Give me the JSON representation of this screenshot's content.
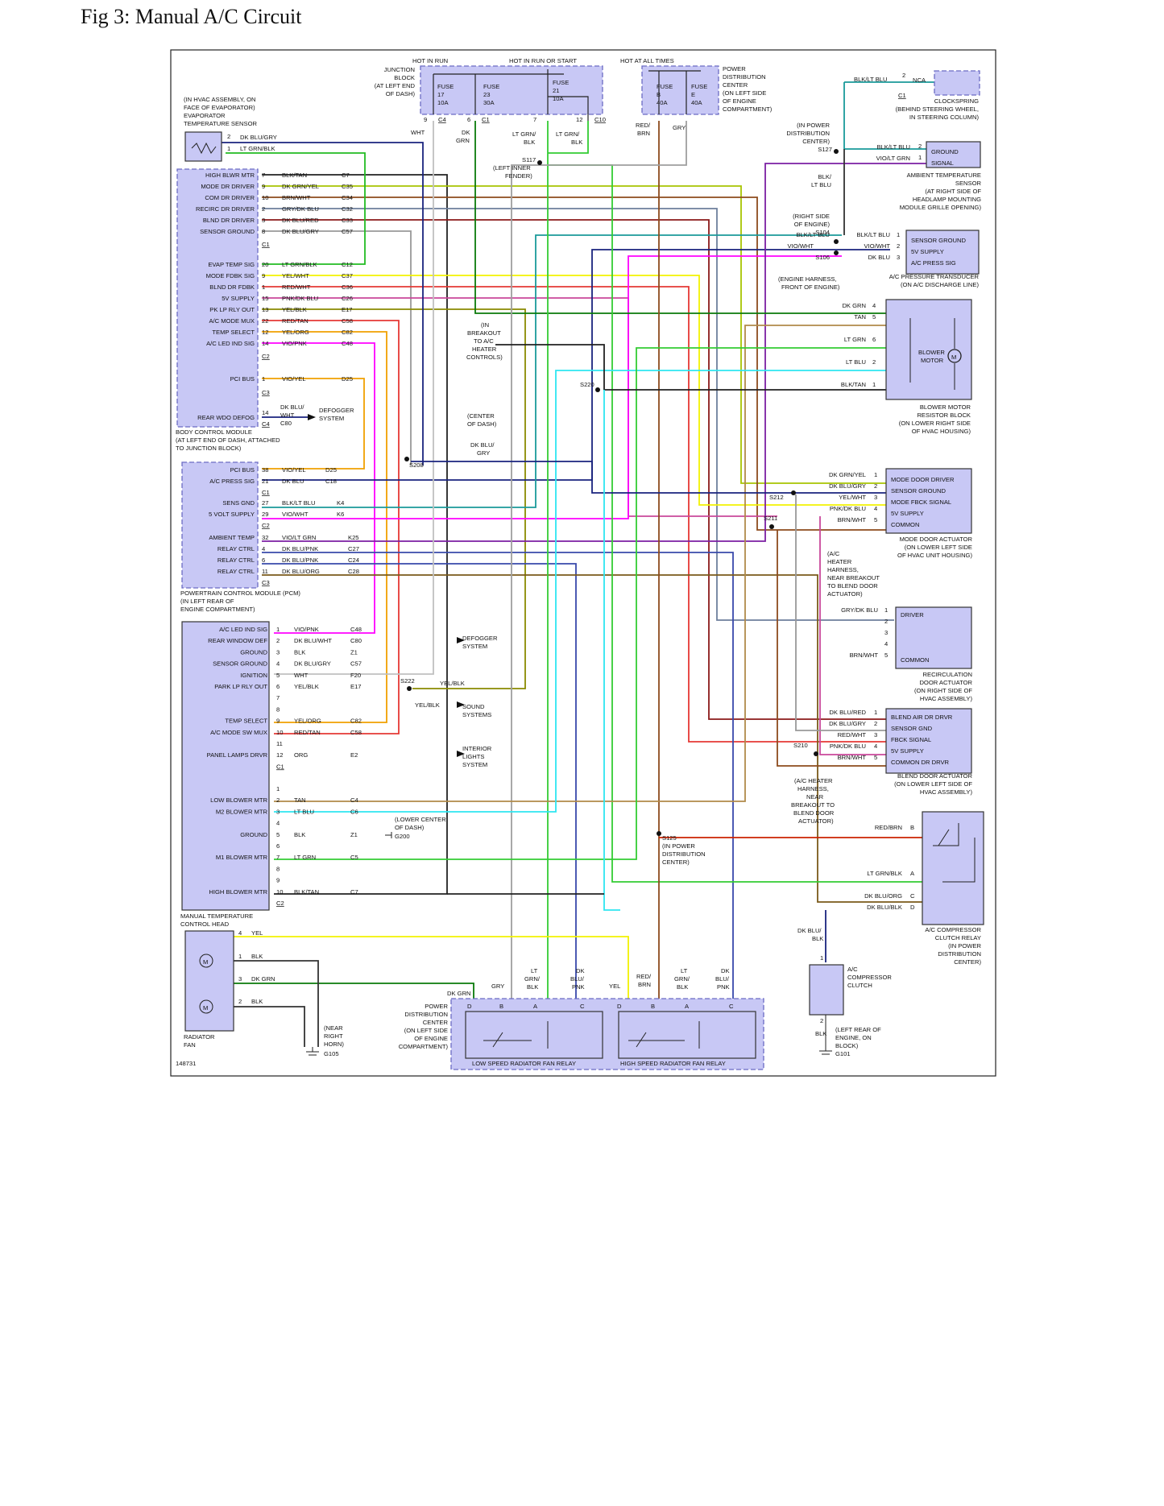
{
  "title": "Fig 3: Manual A/C Circuit",
  "figure_id": "148731",
  "colors": {
    "module_fill": "#c8c8f5",
    "module_border": "#6b6bc4",
    "wire_blk": "#111111",
    "wire_dkblu": "#1a237e",
    "wire_ltblu": "#2ee6f0",
    "wire_dkgrn": "#0a7a0a",
    "wire_ltgrn": "#33cc33",
    "wire_red": "#e53935",
    "wire_yel": "#f2f200",
    "wire_tan": "#b08a4a",
    "wire_vio": "#7b1fa2",
    "wire_pnk": "#ff00ff",
    "wire_org": "#f0a000",
    "wire_gry": "#9e9e9e",
    "wire_brn": "#8d4b1d",
    "wire_wht": "#c0c0c0",
    "wire_teal": "#1a9a9a"
  },
  "top": {
    "hot_in_run": "HOT IN RUN",
    "hot_run_start": "HOT IN RUN OR START",
    "hot_all_times": "HOT AT ALL TIMES",
    "junction_block": [
      "JUNCTION",
      "BLOCK",
      "(AT LEFT END",
      "OF DASH)"
    ],
    "fuse17": [
      "FUSE",
      "17",
      "10A"
    ],
    "fuse23": [
      "FUSE",
      "23",
      "30A"
    ],
    "fuse21": [
      "FUSE",
      "21",
      "10A"
    ],
    "fuseB": [
      "FUSE",
      "B",
      "40A"
    ],
    "fuseE": [
      "FUSE",
      "E",
      "40A"
    ],
    "pdc_note": [
      "POWER",
      "DISTRIBUTION",
      "CENTER",
      "(ON LEFT SIDE",
      "OF ENGINE",
      "COMPARTMENT)"
    ],
    "c4": "C4",
    "c1": "C1",
    "c10": "C10",
    "pin9": "9",
    "pin6": "6",
    "pin7": "7",
    "pin12": "12",
    "wht": "WHT",
    "dk_grn": [
      "DK",
      "GRN"
    ],
    "lt_grn_blk": [
      "LT GRN/",
      "BLK"
    ],
    "lt_grn_blk2": [
      "LT GRN/",
      "BLK"
    ],
    "red_brn": [
      "RED/",
      "BRN"
    ],
    "gry": "GRY",
    "s117": [
      "S117",
      "(LEFT INNER",
      "FENDER)"
    ]
  },
  "clockspring": {
    "blk_lt_blu": "BLK/LT BLU",
    "pin2": "2",
    "nca": "NCA",
    "c1": "C1",
    "label": [
      "CLOCKSPRING",
      "(BEHIND STEERING WHEEL,",
      "IN STEERING COLUMN)"
    ]
  },
  "evap_sensor": {
    "label": [
      "(IN HVAC ASSEMBLY, ON",
      "FACE OF EVAPORATOR)",
      "EVAPORATOR",
      "TEMPERATURE SENSOR"
    ],
    "pin2": "2",
    "pin1": "1",
    "wire2": "DK BLU/GRY",
    "wire1": "LT GRN/BLK"
  },
  "bcm": {
    "pins": [
      {
        "name": "HIGH BLWR MTR",
        "pin": "7",
        "wire": "BLK/TAN",
        "ckt": "C7"
      },
      {
        "name": "MODE DR DRIVER",
        "pin": "9",
        "wire": "DK GRN/YEL",
        "ckt": "C35"
      },
      {
        "name": "COM DR DRIVER",
        "pin": "10",
        "wire": "BRN/WHT",
        "ckt": "C34"
      },
      {
        "name": "RECIRC DR DRIVER",
        "pin": "2",
        "wire": "GRY/DK BLU",
        "ckt": "C32"
      },
      {
        "name": "BLND DR DRIVER",
        "pin": "3",
        "wire": "DK BLU/RED",
        "ckt": "C33"
      },
      {
        "name": "SENSOR GROUND",
        "pin": "8",
        "wire": "DK BLU/GRY",
        "ckt": "C57"
      }
    ],
    "c1": "C1",
    "pins2": [
      {
        "name": "EVAP TEMP SIG",
        "pin": "20",
        "wire": "LT GRN/BLK",
        "ckt": "C12"
      },
      {
        "name": "MODE FDBK SIG",
        "pin": "9",
        "wire": "YEL/WHT",
        "ckt": "C37"
      },
      {
        "name": "BLND DR FDBK",
        "pin": "1",
        "wire": "RED/WHT",
        "ckt": "C36"
      },
      {
        "name": "5V SUPPLY",
        "pin": "15",
        "wire": "PNK/DK BLU",
        "ckt": "C26"
      },
      {
        "name": "PK LP RLY OUT",
        "pin": "13",
        "wire": "YEL/BLK",
        "ckt": "E17"
      },
      {
        "name": "A/C MODE MUX",
        "pin": "22",
        "wire": "RED/TAN",
        "ckt": "C58"
      },
      {
        "name": "TEMP SELECT",
        "pin": "12",
        "wire": "YEL/ORG",
        "ckt": "C82"
      },
      {
        "name": "A/C LED IND SIG",
        "pin": "14",
        "wire": "VIO/PNK",
        "ckt": "C48"
      }
    ],
    "c2": "C2",
    "pci": {
      "name": "PCI BUS",
      "pin": "1",
      "wire": "VIO/YEL",
      "ckt": "D25"
    },
    "c3": "C3",
    "rear": {
      "name": "REAR WDO DEFOG",
      "pin": "14",
      "wire": [
        "DK BLU/",
        "WHT"
      ],
      "ckt": "C80",
      "dest": [
        "DEFOGGER",
        "SYSTEM"
      ]
    },
    "c4": "C4",
    "label": [
      "BODY CONTROL MODULE",
      "(AT LEFT END OF DASH, ATTACHED",
      "TO JUNCTION BLOCK)"
    ]
  },
  "pcm": {
    "pins": [
      {
        "name": "PCI BUS",
        "pin": "38",
        "wire": "VIO/YEL",
        "ckt": "D25"
      },
      {
        "name": "A/C PRESS SIG",
        "pin": "21",
        "wire": "DK BLU",
        "ckt": "C18"
      }
    ],
    "c1": "C1",
    "pins2": [
      {
        "name": "SENS GND",
        "pin": "27",
        "wire": "BLK/LT BLU",
        "ckt": "K4"
      },
      {
        "name": "5 VOLT SUPPLY",
        "pin": "29",
        "wire": "VIO/WHT",
        "ckt": "K6"
      }
    ],
    "c2": "C2",
    "pins3": [
      {
        "name": "AMBIENT TEMP",
        "pin": "32",
        "wire": "VIO/LT GRN",
        "ckt": "K25"
      },
      {
        "name": "RELAY CTRL",
        "pin": "4",
        "wire": "DK BLU/PNK",
        "ckt": "C27"
      },
      {
        "name": "RELAY CTRL",
        "pin": "6",
        "wire": "DK BLU/PNK",
        "ckt": "C24"
      },
      {
        "name": "RELAY CTRL",
        "pin": "11",
        "wire": "DK BLU/ORG",
        "ckt": "C28"
      }
    ],
    "c3": "C3",
    "label": [
      "POWERTRAIN CONTROL MODULE (PCM)",
      "(IN LEFT REAR OF",
      "ENGINE COMPARTMENT)"
    ]
  },
  "mtc": {
    "pins": [
      {
        "name": "A/C LED IND SIG",
        "pin": "1",
        "wire": "VIO/PNK",
        "ckt": "C48"
      },
      {
        "name": "REAR WINDOW DEF",
        "pin": "2",
        "wire": "DK BLU/WHT",
        "ckt": "C80"
      },
      {
        "name": "GROUND",
        "pin": "3",
        "wire": "BLK",
        "ckt": "Z1"
      },
      {
        "name": "SENSOR GROUND",
        "pin": "4",
        "wire": "DK BLU/GRY",
        "ckt": "C57"
      },
      {
        "name": "IGNITION",
        "pin": "5",
        "wire": "WHT",
        "ckt": "F20"
      },
      {
        "name": "PARK LP RLY OUT",
        "pin": "6",
        "wire": "YEL/BLK",
        "ckt": "E17"
      },
      {
        "name": "",
        "pin": "7",
        "wire": "",
        "ckt": ""
      },
      {
        "name": "",
        "pin": "8",
        "wire": "",
        "ckt": ""
      },
      {
        "name": "TEMP SELECT",
        "pin": "9",
        "wire": "YEL/ORG",
        "ckt": "C82"
      },
      {
        "name": "A/C MODE SW MUX",
        "pin": "10",
        "wire": "RED/TAN",
        "ckt": "C58"
      },
      {
        "name": "",
        "pin": "11",
        "wire": "",
        "ckt": ""
      },
      {
        "name": "PANEL LAMPS DRVR",
        "pin": "12",
        "wire": "ORG",
        "ckt": "E2"
      }
    ],
    "c1": "C1",
    "pins2": [
      {
        "name": "",
        "pin": "1",
        "wire": "",
        "ckt": ""
      },
      {
        "name": "LOW BLOWER MTR",
        "pin": "2",
        "wire": "TAN",
        "ckt": "C4"
      },
      {
        "name": "M2 BLOWER MTR",
        "pin": "3",
        "wire": "LT BLU",
        "ckt": "C6"
      },
      {
        "name": "",
        "pin": "4",
        "wire": "",
        "ckt": ""
      },
      {
        "name": "GROUND",
        "pin": "5",
        "wire": "BLK",
        "ckt": "Z1"
      },
      {
        "name": "",
        "pin": "6",
        "wire": "",
        "ckt": ""
      },
      {
        "name": "M1 BLOWER MTR",
        "pin": "7",
        "wire": "LT GRN",
        "ckt": "C5"
      },
      {
        "name": "",
        "pin": "8",
        "wire": "",
        "ckt": ""
      },
      {
        "name": "",
        "pin": "9",
        "wire": "",
        "ckt": ""
      },
      {
        "name": "HIGH BLOWER MTR",
        "pin": "10",
        "wire": "BLK/TAN",
        "ckt": "C7"
      }
    ],
    "c2": "C2",
    "label": [
      "MANUAL TEMPERATURE",
      "CONTROL HEAD"
    ],
    "defogger": [
      "DEFOGGER",
      "SYSTEM"
    ],
    "sound": [
      "SOUND",
      "SYSTEMS"
    ],
    "interior": [
      "INTERIOR",
      "LIGHTS",
      "SYSTEM"
    ],
    "s222": "S222",
    "yel_blk": "YEL/BLK",
    "yel_blk2": "YEL/BLK",
    "g200": "G200",
    "g200_note": [
      "(LOWER CENTER",
      "OF DASH)"
    ]
  },
  "splices": {
    "s220": "S220",
    "s208": "S208",
    "s208_note": [
      "(CENTER",
      "OF DASH)"
    ],
    "breakout": [
      "(IN",
      "BREAKOUT",
      "TO A/C",
      "HEATER",
      "CONTROLS)"
    ],
    "dkblu_gry": [
      "DK BLU/",
      "GRY"
    ],
    "s212": "S212",
    "s211": "S211",
    "s210": "S210",
    "s211_note": [
      "(A/C",
      "HEATER",
      "HARNESS,",
      "NEAR BREAKOUT",
      "TO BLEND DOOR",
      "ACTUATOR)"
    ],
    "s210_note": [
      "(A/C HEATER",
      "HARNESS,",
      "NEAR",
      "BREAKOUT TO",
      "BLEND DOOR",
      "ACTUATOR)"
    ],
    "s125": [
      "S125",
      "(IN POWER",
      "DISTRIBUTION",
      "CENTER)"
    ]
  },
  "ambient": {
    "s127_note": [
      "(IN POWER",
      "DISTRIBUTION",
      "CENTER)",
      "S127"
    ],
    "blk_lt_blu": "BLK/LT BLU",
    "vio_lt_grn": "VIO/LT GRN",
    "pin2": "2",
    "pin1": "1",
    "wire_left": [
      "BLK/",
      "LT BLU"
    ],
    "pins": [
      "GROUND",
      "SIGNAL"
    ],
    "label": [
      "AMBIENT TEMPERATURE",
      "SENSOR",
      "(AT RIGHT SIDE OF",
      "HEADLAMP MOUNTING",
      "MODULE GRILLE OPENING)"
    ]
  },
  "transducer": {
    "s104_note": [
      "(RIGHT SIDE",
      "OF ENGINE)",
      "S104"
    ],
    "s106": "S106",
    "s106_note": [
      "(ENGINE HARNESS,",
      "FRONT OF ENGINE)"
    ],
    "w1": "BLK/LT BLU",
    "w2": "VIO/WHT",
    "w3": "DK BLU",
    "wl1": "BLK/LT BLU",
    "wl2": "VIO/WHT",
    "pins": [
      "SENSOR GROUND",
      "5V SUPPLY",
      "A/C PRESS SIG"
    ],
    "pnums": [
      "1",
      "2",
      "3"
    ],
    "label": [
      "A/C PRESSURE TRANSDUCER",
      "(ON A/C DISCHARGE LINE)"
    ]
  },
  "blower": {
    "wires": [
      {
        "wire": "DK GRN",
        "pin": "4"
      },
      {
        "wire": "TAN",
        "pin": "5"
      },
      {
        "wire": "LT GRN",
        "pin": "6"
      },
      {
        "wire": "LT BLU",
        "pin": "2"
      },
      {
        "wire": "BLK/TAN",
        "pin": "1"
      }
    ],
    "motor": [
      "BLOWER",
      "MOTOR"
    ],
    "label": [
      "BLOWER MOTOR",
      "RESISTOR BLOCK",
      "(ON LOWER RIGHT SIDE",
      "OF HVAC HOUSING)"
    ]
  },
  "mode_door": {
    "wires": [
      {
        "wire": "DK GRN/YEL",
        "pin": "1"
      },
      {
        "wire": "DK BLU/GRY",
        "pin": "2"
      },
      {
        "wire": "YEL/WHT",
        "pin": "3"
      },
      {
        "wire": "PNK/DK BLU",
        "pin": "4"
      },
      {
        "wire": "BRN/WHT",
        "pin": "5"
      }
    ],
    "pins": [
      "MODE DOOR DRIVER",
      "SENSOR GROUND",
      "MODE FBCK SIGNAL",
      "5V SUPPLY",
      "COMMON"
    ],
    "label": [
      "MODE DOOR ACTUATOR",
      "(ON LOWER LEFT SIDE",
      "OF HVAC UNIT HOUSING)"
    ]
  },
  "recirc": {
    "wires": [
      {
        "wire": "GRY/DK BLU",
        "pin": "1"
      },
      {
        "wire": "",
        "pin": "2"
      },
      {
        "wire": "",
        "pin": "3"
      },
      {
        "wire": "",
        "pin": "4"
      },
      {
        "wire": "BRN/WHT",
        "pin": "5"
      }
    ],
    "driver": "DRIVER",
    "common": "COMMON",
    "label": [
      "RECIRCULATION",
      "DOOR ACTUATOR",
      "(ON RIGHT SIDE OF",
      "HVAC ASSEMBLY)"
    ]
  },
  "blend": {
    "wires": [
      {
        "wire": "DK BLU/RED",
        "pin": "1"
      },
      {
        "wire": "DK BLU/GRY",
        "pin": "2"
      },
      {
        "wire": "RED/WHT",
        "pin": "3"
      },
      {
        "wire": "PNK/DK BLU",
        "pin": "4"
      },
      {
        "wire": "BRN/WHT",
        "pin": "5"
      }
    ],
    "pins": [
      "BLEND AIR DR DRVR",
      "SENSOR GND",
      "FBCK SIGNAL",
      "5V SUPPLY",
      "COMMON DR DRVR"
    ],
    "label": [
      "BLEND DOOR ACTUATOR",
      "(ON LOWER LEFT SIDE OF",
      "HVAC ASSEMBLY)"
    ]
  },
  "comp_relay": {
    "wires": [
      {
        "wire": "RED/BRN",
        "pin": "B"
      },
      {
        "wire": "LT GRN/BLK",
        "pin": "A"
      },
      {
        "wire": "DK BLU/ORG",
        "pin": "C"
      },
      {
        "wire": "DK BLU/BLK",
        "pin": "D"
      }
    ],
    "label": [
      "A/C COMPRESSOR",
      "CLUTCH RELAY",
      "(IN POWER",
      "DISTRIBUTION",
      "CENTER)"
    ]
  },
  "clutch": {
    "wire_top": [
      "DK BLU/",
      "BLK"
    ],
    "pin1": "1",
    "pin2": "2",
    "blk": "BLK",
    "label": [
      "A/C",
      "COMPRESSOR",
      "CLUTCH"
    ],
    "g101": "G101",
    "g101_note": [
      "(LEFT REAR OF",
      "ENGINE, ON",
      "BLOCK)"
    ]
  },
  "rad_fan": {
    "wires": [
      {
        "pin": "4",
        "wire": "YEL"
      },
      {
        "pin": "1",
        "wire": "BLK"
      },
      {
        "pin": "3",
        "wire": "DK GRN"
      },
      {
        "pin": "2",
        "wire": "BLK"
      }
    ],
    "label": [
      "RADIATOR",
      "FAN"
    ],
    "g105": "G105",
    "g105_note": [
      "(NEAR",
      "RIGHT",
      "HORN)"
    ]
  },
  "fan_relays": {
    "pdc": [
      "POWER",
      "DISTRIBUTION",
      "CENTER",
      "(ON LEFT SIDE",
      "OF ENGINE",
      "COMPARTMENT)"
    ],
    "dk_grn": "DK GRN",
    "gry": "GRY",
    "yel": "YEL",
    "lt_grn_blk": [
      "LT",
      "GRN/",
      "BLK"
    ],
    "dk_blu_pnk": [
      "DK",
      "BLU/",
      "PNK"
    ],
    "red_brn": [
      "RED/",
      "BRN"
    ],
    "lt_grn_blk2": [
      "LT",
      "GRN/",
      "BLK"
    ],
    "dk_blu_pnk2": [
      "DK",
      "BLU/",
      "PNK"
    ],
    "pins": [
      "D",
      "B",
      "A",
      "C"
    ],
    "low": "LOW SPEED RADIATOR FAN RELAY",
    "high": "HIGH SPEED RADIATOR FAN RELAY"
  }
}
